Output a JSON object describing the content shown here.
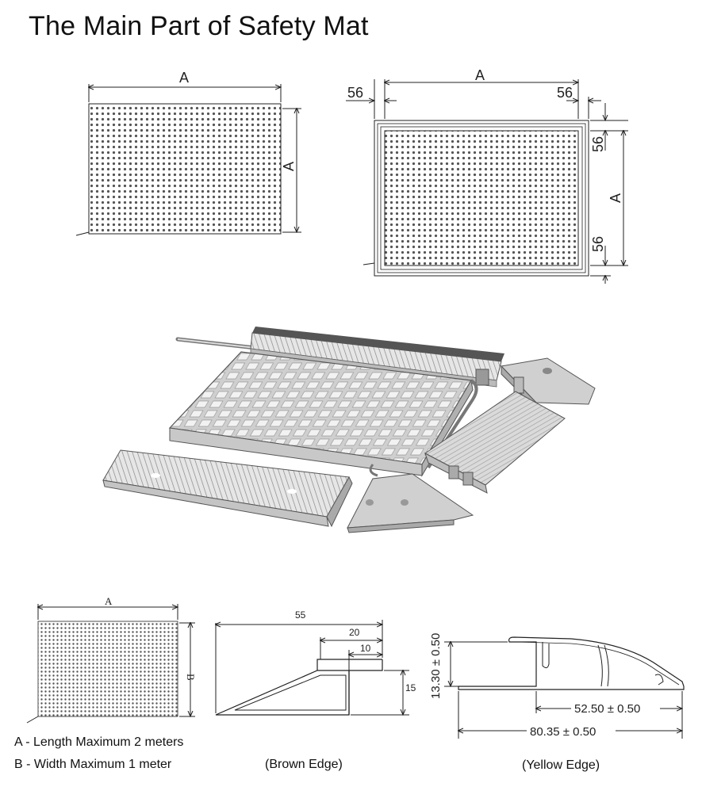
{
  "title": "The Main Part of Safety Mat",
  "top_left": {
    "dim_a_top": "A",
    "dim_a_side": "A"
  },
  "top_right": {
    "dim_a_top": "A",
    "dim_left_edge": "56",
    "dim_right_edge": "56",
    "dim_top_edge": "56",
    "dim_a_side": "A",
    "dim_bottom_edge": "56"
  },
  "bottom_mat": {
    "dim_a": "A",
    "dim_b": "B"
  },
  "brown_edge": {
    "dim_55": "55",
    "dim_20": "20",
    "dim_10": "10",
    "dim_15": "15",
    "caption": "(Brown Edge)"
  },
  "yellow_edge": {
    "dim_height": "13.30 ± 0.50",
    "dim_inner": "52.50 ± 0.50",
    "dim_total": "80.35 ± 0.50",
    "caption": "(Yellow Edge)"
  },
  "legend": {
    "a": "A - Length Maximum 2 meters",
    "b": "B - Width Maximum 1 meter"
  },
  "colors": {
    "line": "#222222",
    "mat_fill": "#d9d9d9",
    "dot": "#555555"
  }
}
